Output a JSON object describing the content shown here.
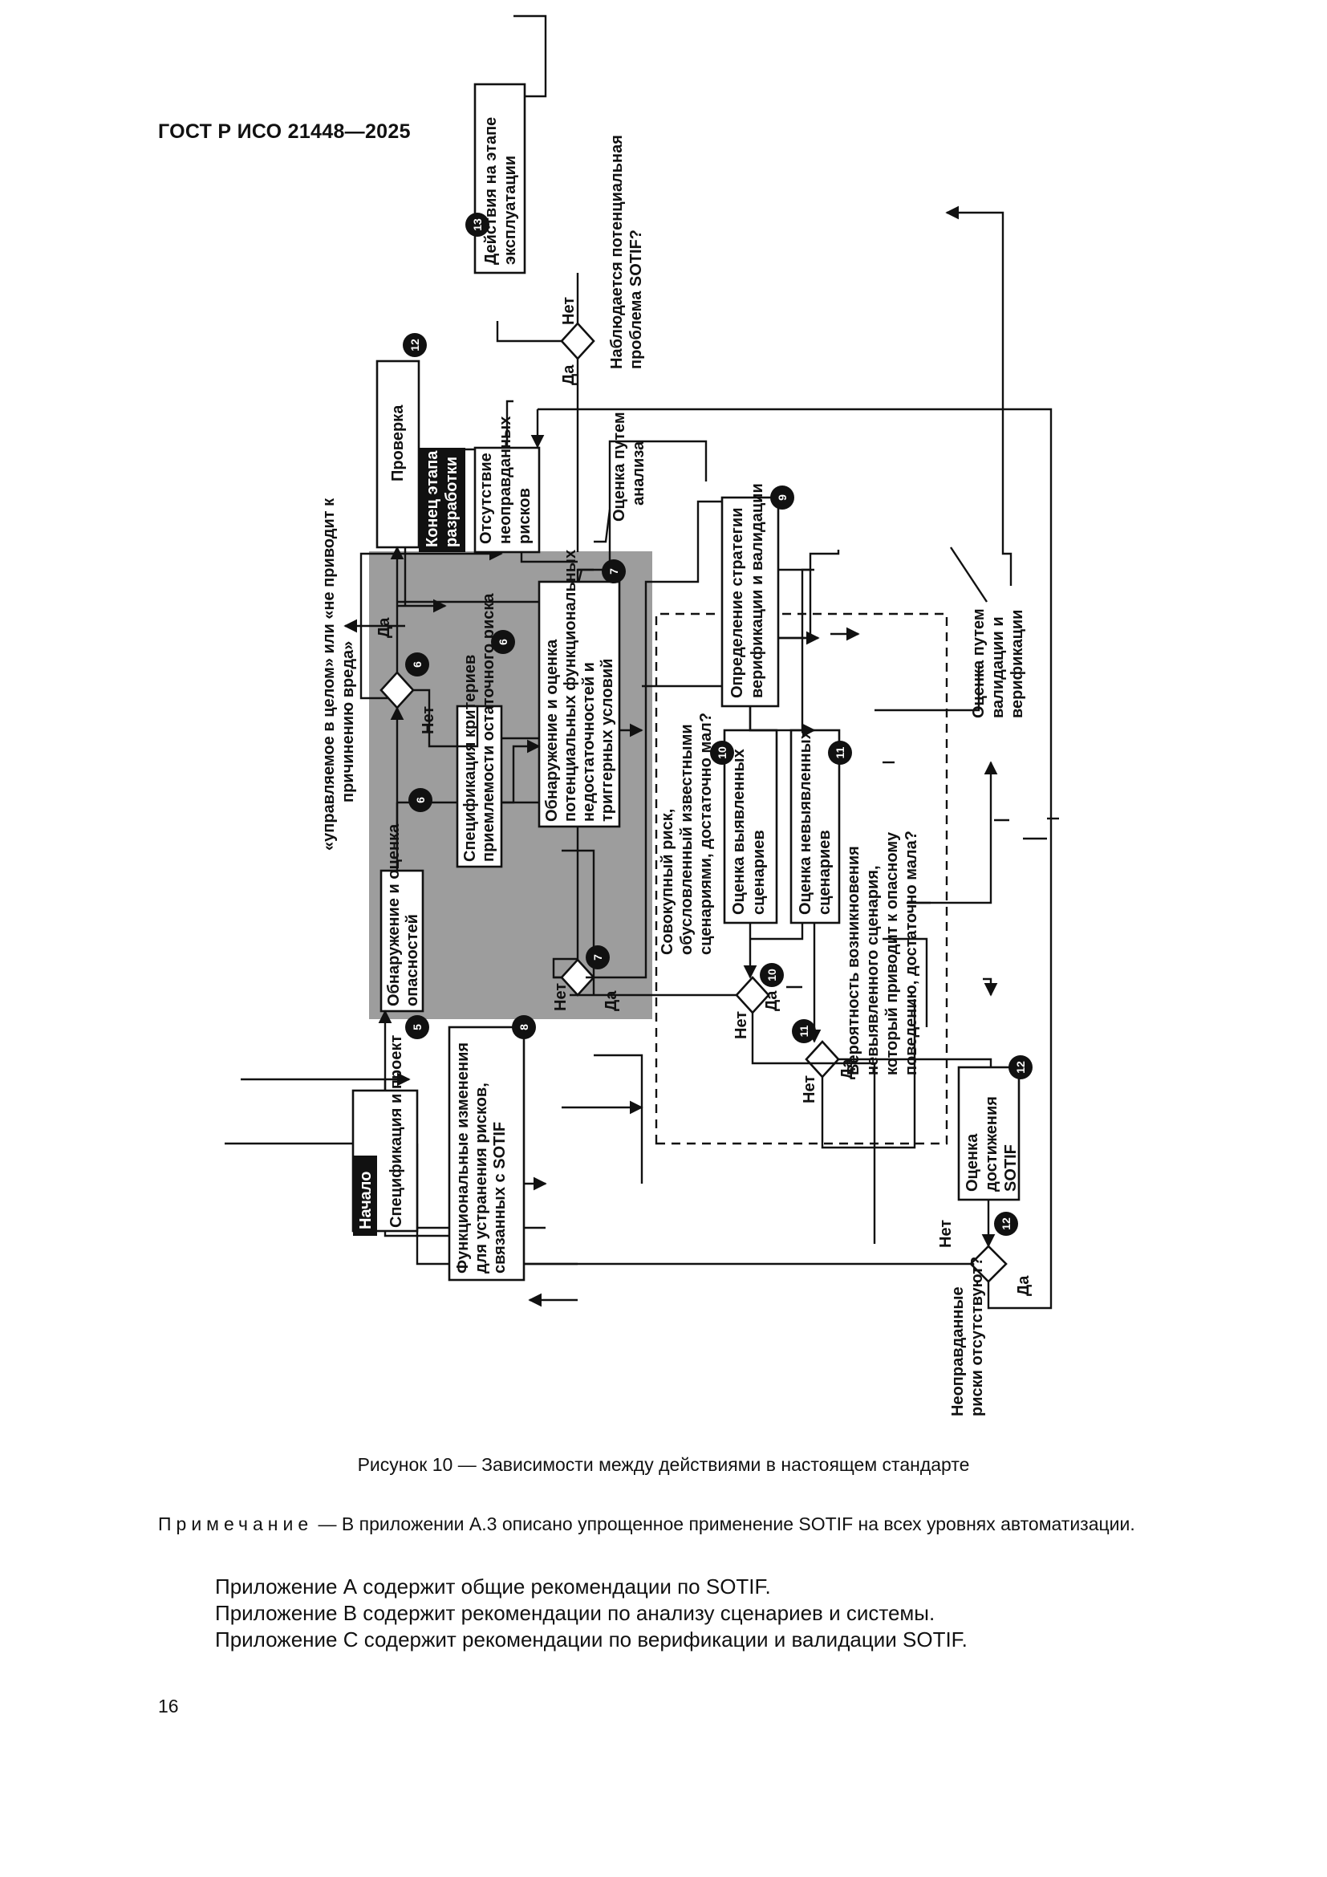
{
  "header": "ГОСТ Р ИСО 21448—2025",
  "diagram": {
    "labels": {
      "start": "Начало",
      "end_dev_1": "Конец этапа",
      "end_dev_2": "разработки",
      "yes": "Да",
      "no": "Нет"
    },
    "nodes": {
      "b5": [
        "Спецификация и проект"
      ],
      "b6a": [
        "Обнаружение и оценка",
        "опасностей"
      ],
      "b6b": [
        "Спецификация критериев",
        "приемлемости остаточного риска"
      ],
      "b7": [
        "Обнаружение и оценка",
        "потенциальных функциональных",
        "недостаточностей и",
        "триггерных условий"
      ],
      "b8": [
        "Функциональные изменения",
        "для устранения рисков,",
        "связанных с SOTIF"
      ],
      "b9": [
        "Определение стратегии",
        "верификации и валидации"
      ],
      "b10": [
        "Оценка выявленных",
        "сценариев"
      ],
      "b11": [
        "Оценка невыявленных",
        "сценариев"
      ],
      "b12": [
        "Оценка",
        "достижения",
        "SOTIF"
      ],
      "b12t": [
        "Проверка"
      ],
      "b13": [
        "Действия на этапе",
        "эксплуатации"
      ],
      "bres": [
        "Отсутствие",
        "неоправданных",
        "рисков"
      ]
    },
    "questions": {
      "q6": [
        "«управляемое в целом» или «не приводит к",
        "причинению вреда»"
      ],
      "q7": [
        "Совокупный риск,",
        "обусловленный известными",
        "сценариями, достаточно мал?"
      ],
      "q11": [
        "Вероятность возникновения",
        "невыявленного сценария,",
        "который приводит к опасному",
        "поведению, достаточно мала?"
      ],
      "q12": [
        "Неоправданные",
        "риски отсутствуют?"
      ],
      "q13": [
        "Наблюдается потенциальная",
        "проблема SOTIF?"
      ]
    },
    "annotations": {
      "analysis": [
        "Оценка путем",
        "анализа"
      ],
      "vv": [
        "Оценка путем",
        "валидации и",
        "верификации"
      ]
    },
    "badges": {
      "n5": "5",
      "n6": "6",
      "n7": "7",
      "n8": "8",
      "n9": "9",
      "n10": "10",
      "n11": "11",
      "n12": "12",
      "n13": "13"
    }
  },
  "caption": "Рисунок 10 — Зависимости между действиями в настоящем стандарте",
  "note": {
    "label": "Примечание",
    "text": " — В приложении А.3 описано упрощенное применение SOTIF на всех уровнях автоматизации."
  },
  "paragraphs": [
    "Приложение А содержит общие рекомендации по SOTIF.",
    "Приложение В содержит рекомендации по анализу сценариев и системы.",
    "Приложение С содержит рекомендации по верификации и валидации SOTIF."
  ],
  "page_number": "16"
}
